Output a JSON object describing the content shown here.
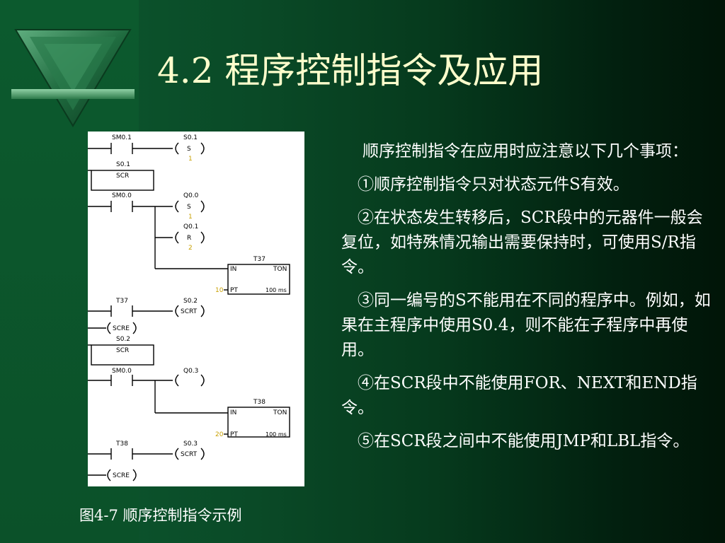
{
  "slide": {
    "title": "4.2 程序控制指令及应用",
    "caption": "图4-7   顺序控制指令示例",
    "notes": [
      "顺序控制指令在应用时应注意以下几个事项：",
      "①顺序控制指令只对状态元件S有效。",
      "②在状态发生转移后，SCR段中的元器件一般会复位，如特殊情况输出需要保持时，可使用S/R指令。",
      "③同一编号的S不能用在不同的程序中。例如，如果在主程序中使用S0.4，则不能在子程序中再使用。",
      "④在SCR段中不能使用FOR、NEXT和END指令。",
      "⑤在SCR段之间中不能使用JMP和LBL指令。"
    ]
  },
  "ladder": {
    "labels": {
      "sm01": "SM0.1",
      "s01_top": "S0.1",
      "s_coil1": "S",
      "one1": "1",
      "s01_scr": "S0.1",
      "scr1": "SCR",
      "sm00_a": "SM0.0",
      "q00": "Q0.0",
      "s_coil2": "S",
      "one2": "1",
      "q01": "Q0.1",
      "r_coil": "R",
      "two": "2",
      "t37_top": "T37",
      "in1": "IN",
      "ton1": "TON",
      "ten": "10",
      "pt1": "PT",
      "ms1": "100 ms",
      "t37": "T37",
      "s02": "S0.2",
      "scrt1": "SCRT",
      "scre1": "SCRE",
      "s02_scr": "S0.2",
      "scr2": "SCR",
      "sm00_b": "SM0.0",
      "q03": "Q0.3",
      "t38_top": "T38",
      "in2": "IN",
      "ton2": "TON",
      "twenty": "20",
      "pt2": "PT",
      "ms2": "100 ms",
      "t38": "T38",
      "s03": "S0.3",
      "scrt2": "SCRT",
      "scre2": "SCRE"
    }
  },
  "colors": {
    "title": "#ffffcc",
    "accent_number": "#c8a000"
  }
}
